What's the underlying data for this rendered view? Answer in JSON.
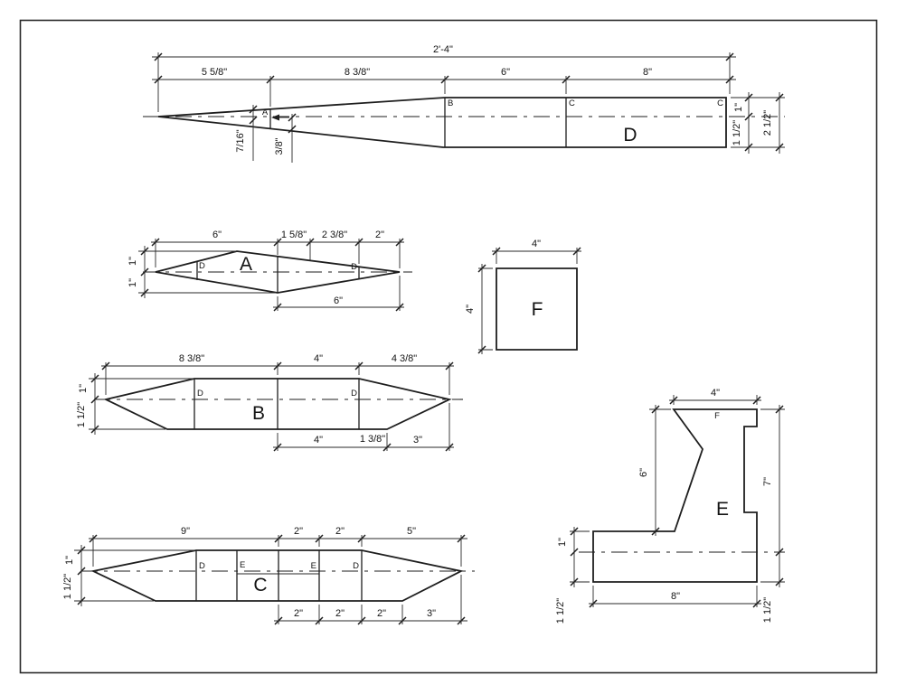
{
  "sheet": {
    "background": "#ffffff",
    "line_color": "#1e1e1e"
  },
  "part_d": {
    "label": "D",
    "dim_total": "2'-4\"",
    "dim_seg_1": "5 5/8\"",
    "dim_seg_2": "8 3/8\"",
    "dim_seg_3": "6\"",
    "dim_seg_4": "8\"",
    "dim_depth_top": "7/16\"",
    "dim_depth_bottom": "3/8\"",
    "dim_right_top": "1\"",
    "dim_right_bottom": "1 1/2\"",
    "dim_right_total": "2 1/2\"",
    "section_a": "A",
    "section_b": "B",
    "section_c1": "C",
    "section_c2": "C"
  },
  "part_a": {
    "label": "A",
    "dim_top_1": "6\"",
    "dim_top_2": "1 5/8\"",
    "dim_top_3": "2 3/8\"",
    "dim_top_4": "2\"",
    "dim_bottom": "6\"",
    "dim_left_top": "1\"",
    "dim_left_bottom": "1\"",
    "section_left": "D",
    "section_right": "D"
  },
  "part_f": {
    "label": "F",
    "dim_width": "4\"",
    "dim_height": "4\""
  },
  "part_b": {
    "label": "B",
    "dim_top_1": "8 3/8\"",
    "dim_top_2": "4\"",
    "dim_top_3": "4 3/8\"",
    "dim_bottom_1": "4\"",
    "dim_bottom_2": "1 3/8\"",
    "dim_bottom_3": "3\"",
    "dim_left_top": "1\"",
    "dim_left_bottom": "1 1/2\"",
    "section_left": "D",
    "section_right": "D"
  },
  "part_c": {
    "label": "C",
    "dim_top_1": "9\"",
    "dim_top_2": "2\"",
    "dim_top_3": "2\"",
    "dim_top_4": "5\"",
    "dim_bottom_1": "2\"",
    "dim_bottom_2": "2\"",
    "dim_bottom_3": "2\"",
    "dim_bottom_4": "3\"",
    "dim_left_top": "1\"",
    "dim_left_bottom": "1 1/2\"",
    "section_d_left": "D",
    "section_e_left": "E",
    "section_e_right": "E",
    "section_d_right": "D"
  },
  "part_e": {
    "label": "E",
    "section_f": "F",
    "dim_top": "4\"",
    "dim_upper_left": "6\"",
    "dim_left_mid": "1\"",
    "dim_left_bottom": "1 1/2\"",
    "dim_right": "7\"",
    "dim_right_bottom": "1 1/2\"",
    "dim_bottom": "8\""
  }
}
